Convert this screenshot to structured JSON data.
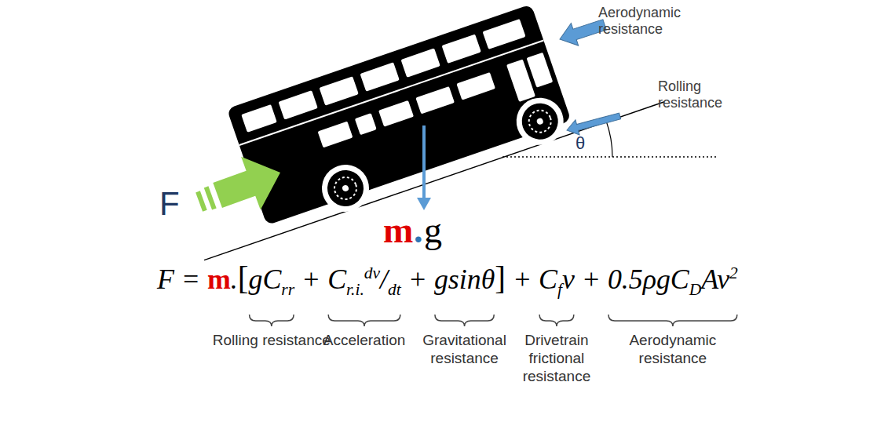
{
  "diagram": {
    "labels": [
      "Aerodynamic resistance",
      "Rolling resistance",
      "θ",
      "F",
      "m",
      ".",
      "g",
      "F = ",
      "m",
      ".",
      "[",
      "gC",
      "rr",
      " + ",
      "C",
      "r.i.",
      "dv",
      "/",
      "dt",
      " + ",
      "gsinθ",
      "]",
      " + ",
      "C",
      "f",
      "v",
      " + ",
      "0.5ρgC",
      "D",
      "Av",
      "2",
      "Rolling resistance",
      "Acceleration",
      "Gravitational resistance",
      "Drivetrain frictional resistance",
      "Aerodynamic resistance"
    ]
  }
}
